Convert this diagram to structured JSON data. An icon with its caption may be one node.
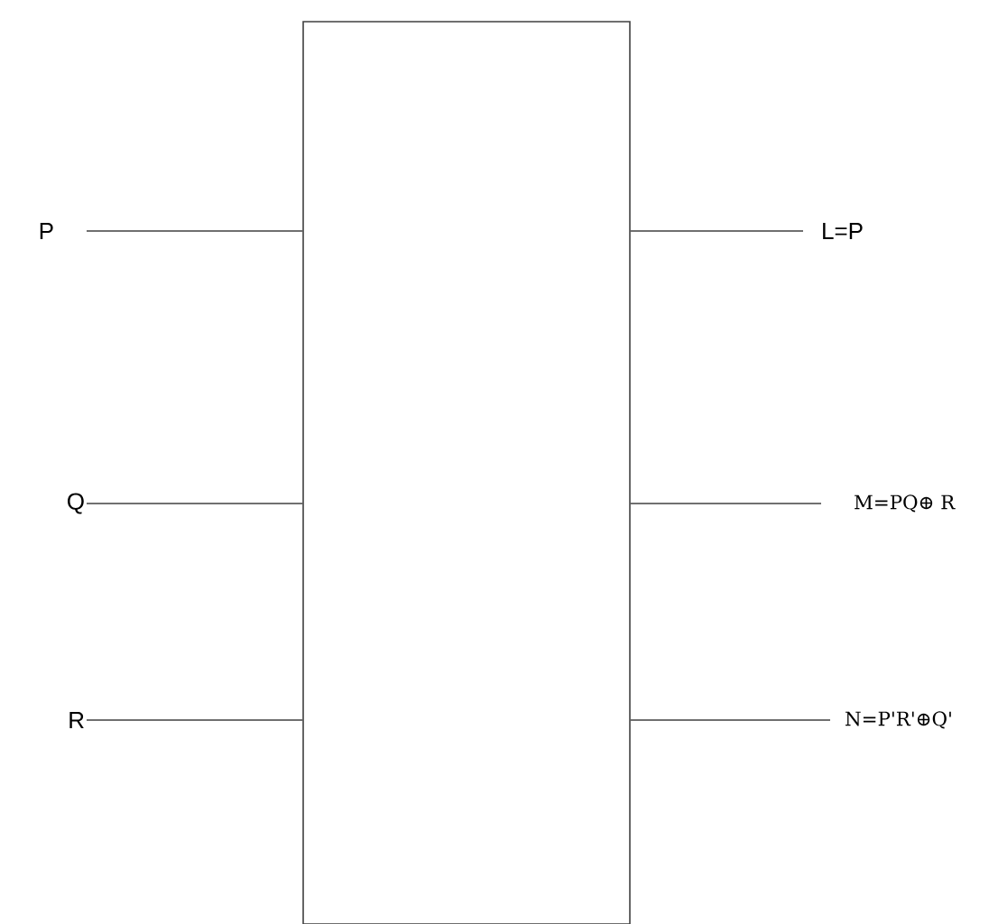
{
  "diagram": {
    "nodes": [
      {
        "text": [],
        "shape": "box"
      },
      {
        "text": [
          "P"
        ]
      },
      {
        "text": [
          "Q"
        ]
      },
      {
        "text": [
          "R"
        ]
      },
      {
        "text": [
          "L=P"
        ]
      },
      {
        "text": [
          "M=PQ⊕ R"
        ]
      },
      {
        "text": [
          "N=P'R'⊕Q'"
        ]
      }
    ],
    "edges": [
      {
        "from": 1,
        "to": 0,
        "arrow": "none"
      },
      {
        "from": 2,
        "to": 0,
        "arrow": "none"
      },
      {
        "from": 3,
        "to": 0,
        "arrow": "none"
      },
      {
        "from": 0,
        "to": 4,
        "arrow": "none"
      },
      {
        "from": 0,
        "to": 5,
        "arrow": "none"
      },
      {
        "from": 0,
        "to": 6,
        "arrow": "none"
      }
    ]
  }
}
